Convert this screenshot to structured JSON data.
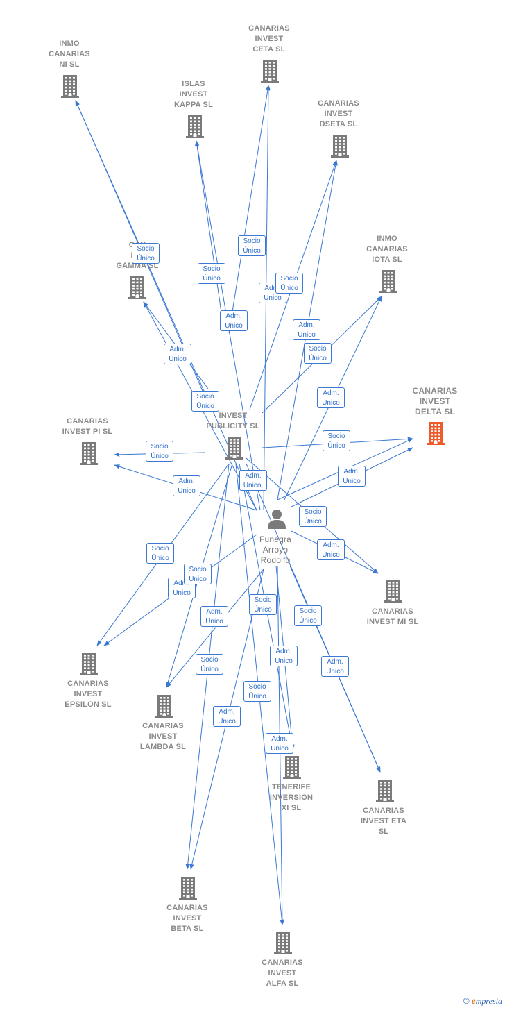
{
  "colors": {
    "edge": "#3a78d2",
    "building": "#7a7a7a",
    "highlight": "#f05a28",
    "person": "#7a7a7a"
  },
  "nodes": [
    {
      "id": "inmo_ni",
      "label": "INMO\nCANARIAS\nNI  SL",
      "icon": "building-icon"
    },
    {
      "id": "ceta",
      "label": "CANARIAS\nINVEST\nCETA  SL",
      "icon": "building-icon"
    },
    {
      "id": "kappa",
      "label": "ISLAS\nINVEST\nKAPPA  SL",
      "icon": "building-icon"
    },
    {
      "id": "dseta",
      "label": "CANARIAS\nINVEST\nDSETA  SL",
      "icon": "building-icon"
    },
    {
      "id": "gamma",
      "label": "CAN\nINV\nGAMMA  SL",
      "icon": "building-icon"
    },
    {
      "id": "iota",
      "label": "INMO\nCANARIAS\nIOTA  SL",
      "icon": "building-icon"
    },
    {
      "id": "delta",
      "label": "CANARIAS\nINVEST\nDELTA  SL",
      "icon": "building-icon",
      "highlight": true
    },
    {
      "id": "pi",
      "label": "CANARIAS\nINVEST PI  SL",
      "icon": "building-icon"
    },
    {
      "id": "publicity",
      "label": "INVEST\nPUBLICITY  SL",
      "icon": "building-icon"
    },
    {
      "id": "mi",
      "label": "CANARIAS\nINVEST MI  SL",
      "icon": "building-icon"
    },
    {
      "id": "epsilon",
      "label": "CANARIAS\nINVEST\nEPSILON  SL",
      "icon": "building-icon"
    },
    {
      "id": "lambda",
      "label": "CANARIAS\nINVEST\nLAMBDA  SL",
      "icon": "building-icon"
    },
    {
      "id": "tenerife",
      "label": "TENERIFE\nINVERSION\nXI  SL",
      "icon": "building-icon"
    },
    {
      "id": "eta",
      "label": "CANARIAS\nINVEST ETA\nSL",
      "icon": "building-icon"
    },
    {
      "id": "beta",
      "label": "CANARIAS\nINVEST\nBETA  SL",
      "icon": "building-icon"
    },
    {
      "id": "alfa",
      "label": "CANARIAS\nINVEST\nALFA  SL",
      "icon": "building-icon"
    },
    {
      "id": "person",
      "label": "Funegra\nArroyo\nRodolfo",
      "icon": "person-icon"
    }
  ],
  "edge_labels": [
    "Socio\nÚnico",
    "Socio\nÚnico",
    "Socio\nÚnico",
    "Adm.\nUnico",
    "Socio\nÚnico",
    "Adm.\nUnico",
    "Adm.\nUnico",
    "Adm.\nUnico",
    "Socio\nÚnico",
    "Socio\nÚnico",
    "Adm.\nUnico",
    "Socio\nÚnico",
    "Socio\nÚnico",
    "Adm.\nUnico",
    "Adm.\nUnico",
    "Adm.\nUnico, ...",
    "Socio\nÚnico",
    "Adm.\nUnico",
    "Socio\nÚnico",
    "Adm.\nUnico",
    "Socio\nÚnico",
    "Adm.\nUnico",
    "Socio\nÚnico",
    "Socio\nÚnico",
    "Adm.\nUnico",
    "Socio\nÚnico",
    "Adm.\nUnico",
    "Socio\nÚnico",
    "Adm.\nUnico",
    "Adm.\nUnico",
    "Adm.\nUnico"
  ],
  "footer": {
    "copyright": "©",
    "brand_initial": "e",
    "brand_rest": "mpresia"
  }
}
